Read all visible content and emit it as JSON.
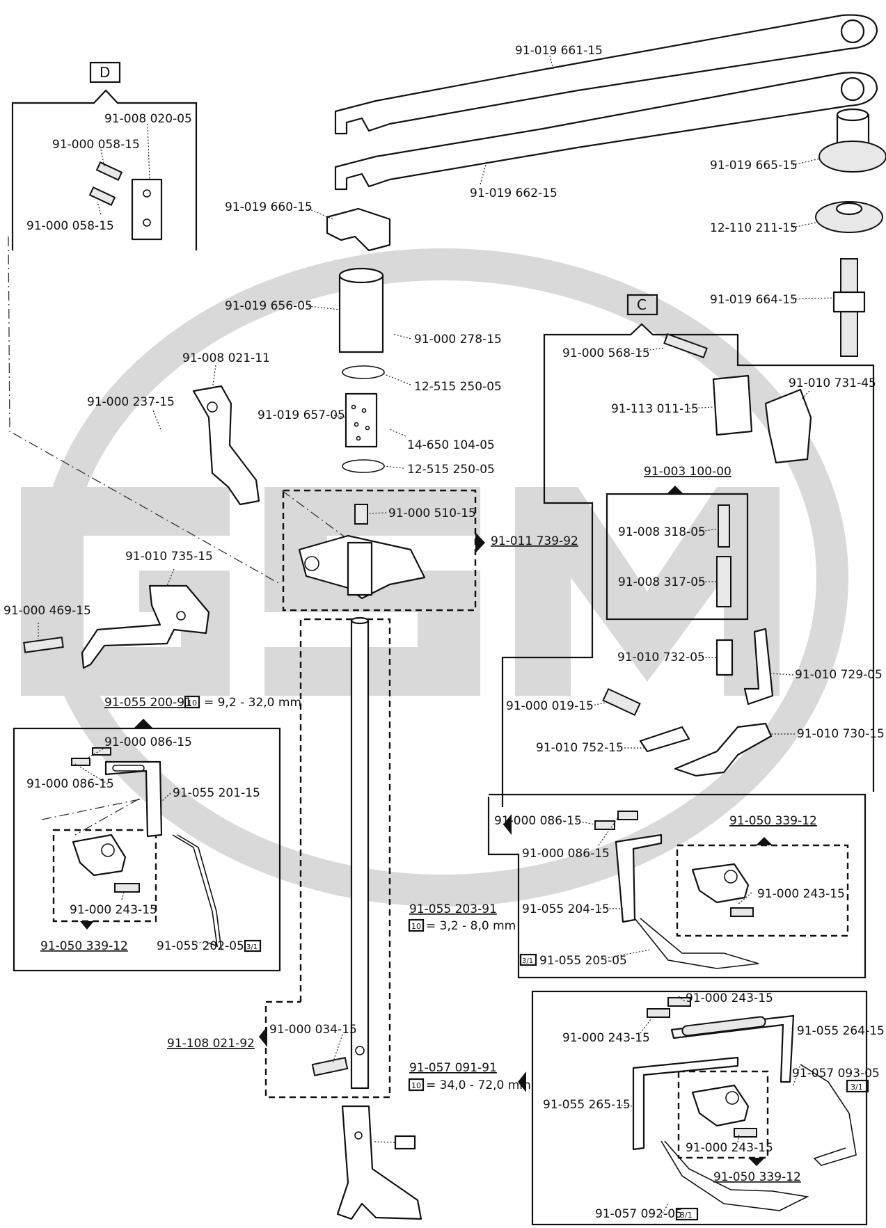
{
  "watermark": {
    "text": "GSM",
    "color": "#d9d9d9"
  },
  "sections": {
    "D": {
      "tag": "D"
    },
    "C": {
      "tag": "C"
    }
  },
  "parts": {
    "p91019661": "91-019 661-15",
    "p91019662": "91-019 662-15",
    "p91019665": "91-019 665-15",
    "p12110211": "12-110 211-15",
    "p91019664": "91-019 664-15",
    "p91008020": "91-008 020-05",
    "p91000058a": "91-000 058-15",
    "p91000058b": "91-000 058-15",
    "p91019660": "91-019 660-15",
    "p91019656": "91-019 656-05",
    "p91000278": "91-000 278-15",
    "p12515250a": "12-515 250-05",
    "p91019657": "91-019 657-05",
    "p14650104": "14-650 104-05",
    "p12515250b": "12-515 250-05",
    "p91008021": "91-008 021-11",
    "p91000237": "91-000 237-15",
    "p91000510": "91-000 510-15",
    "p91011739": "91-011 739-92",
    "p91010735": "91-010 735-15",
    "p91000469": "91-000 469-15",
    "p91000568": "91-000 568-15",
    "p91113011": "91-113 011-15",
    "p91010731": "91-010 731-45",
    "p91003100": "91-003 100-00",
    "p91008318": "91-008 318-05",
    "p91008317": "91-008 317-05",
    "p91010732": "91-010 732-05",
    "p91010729": "91-010 729-05",
    "p91000019": "91-000 019-15",
    "p91010752": "91-010 752-15",
    "p91010730": "91-010 730-15",
    "p91055200": "91-055 200-91",
    "range1": "= 9,2 - 32,0 mm",
    "p91000086a": "91-000 086-15",
    "p91000086b": "91-000 086-15",
    "p91055201": "91-055 201-15",
    "p91000243a": "91-000 243-15",
    "p91050339a": "91-050 339-12",
    "p91055202": "91-055 202-05",
    "p91000086c": "91-000 086-15",
    "p91000086d": "91-000 086-15",
    "p91050339b": "91-050 339-12",
    "p91000243b": "91-000 243-15",
    "p91055203": "91-055 203-91",
    "range2": "=  3,2 - 8,0 mm",
    "p91055204": "91-055 204-15",
    "p91055205": "91-055 205-05",
    "p91108021": "91-108 021-92",
    "p91000034": "91-000 034-15",
    "p91000243c": "91-000 243-15",
    "p91000243d": "91-000 243-15",
    "p91055264": "91-055 264-15",
    "p91057091": "91-057 091-91",
    "range3": "=  34,0 - 72,0 mm",
    "p91057093": "91-057 093-05",
    "p91055265": "91-055 265-15",
    "p91000243e": "91-000 243-15",
    "p91050339c": "91-050 339-12",
    "p91057092": "91-057 092-05"
  },
  "badges": {
    "ten": "10",
    "fraction": "3/1"
  }
}
